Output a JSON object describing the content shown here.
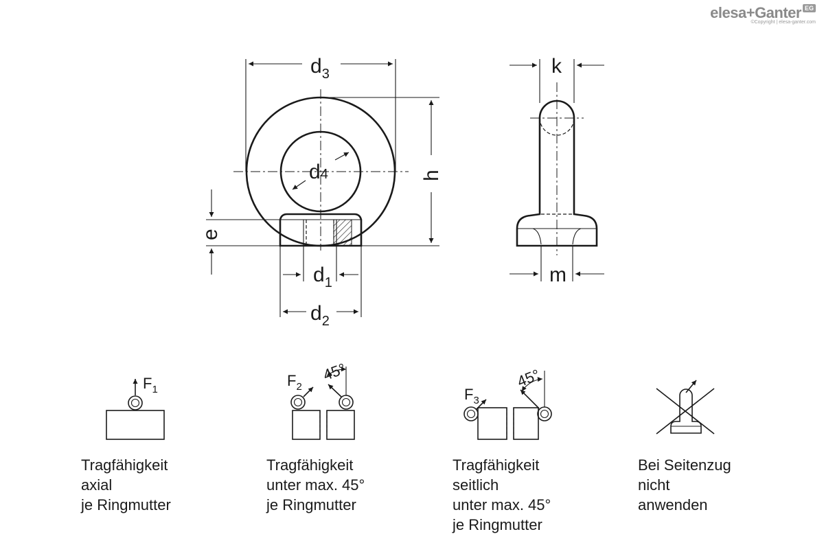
{
  "logo": {
    "brand": "elesa+Ganter",
    "badge": "EG",
    "copyright": "©Copyright | elesa-ganter.com"
  },
  "dimensions": {
    "d3": {
      "main": "d",
      "sub": "3"
    },
    "d4": {
      "main": "d",
      "sub": "4"
    },
    "d1": {
      "main": "d",
      "sub": "1"
    },
    "d2": {
      "main": "d",
      "sub": "2"
    },
    "h": "h",
    "e": "e",
    "k": "k",
    "m": "m"
  },
  "icons": {
    "f1": {
      "main": "F",
      "sub": "1"
    },
    "f2": {
      "main": "F",
      "sub": "2"
    },
    "f3": {
      "main": "F",
      "sub": "3"
    },
    "angle2": "45°",
    "angle3": "45°"
  },
  "captions": {
    "axial": [
      "Tragfähigkeit",
      "axial",
      "je Ringmutter"
    ],
    "angled": [
      "Tragfähigkeit",
      "unter max. 45°",
      "je Ringmutter"
    ],
    "lateral": [
      "Tragfähigkeit",
      "seitlich",
      "unter max. 45°",
      "je Ringmutter"
    ],
    "forbidden": [
      "Bei Seitenzug",
      "nicht",
      "anwenden"
    ]
  }
}
